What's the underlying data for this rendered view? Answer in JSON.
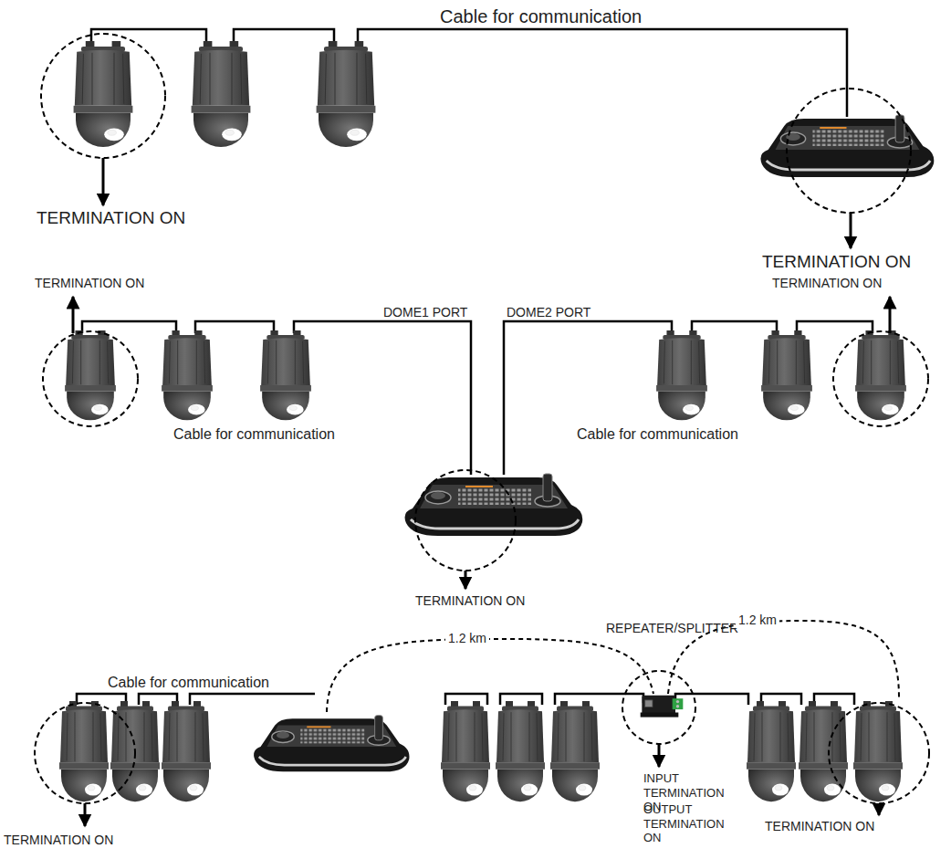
{
  "diagram": {
    "labels": [
      "Cable for communication",
      "TERMINATION ON",
      "TERMINATION ON",
      "TERMINATION ON",
      "TERMINATION ON",
      "DOME1 PORT",
      "DOME2 PORT",
      "Cable for communication",
      "Cable for communication",
      "TERMINATION ON",
      "1.2 km",
      "REPEATER/SPLITTER",
      "1.2 km",
      "Cable for communication",
      "INPUT TERMINATION ON",
      "OUTPUT TERMINATION ON",
      "TERMINATION ON",
      "TERMINATION ON"
    ]
  }
}
